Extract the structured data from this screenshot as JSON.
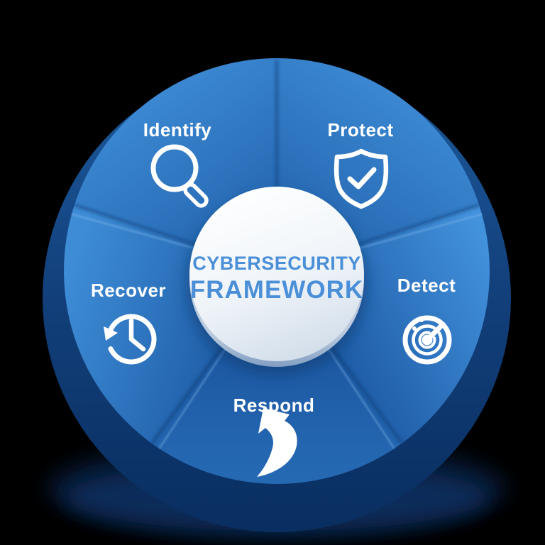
{
  "diagram": {
    "name": "NIST Cybersecurity Framework wheel",
    "title_line1": "CYBERSECURITY",
    "title_line2": "FRAMEWORK",
    "segments": [
      {
        "label": "Identify",
        "icon": "magnifier-icon",
        "position": "top-left"
      },
      {
        "label": "Protect",
        "icon": "shield-check-icon",
        "position": "top-right"
      },
      {
        "label": "Detect",
        "icon": "radar-icon",
        "position": "right"
      },
      {
        "label": "Respond",
        "icon": "curved-arrow-icon",
        "position": "bottom"
      },
      {
        "label": "Recover",
        "icon": "clock-history-icon",
        "position": "left"
      }
    ],
    "colors": {
      "background": "#000000",
      "wedge_light": "#3d8ad4",
      "wedge_dark": "#1d5aa4",
      "detect_light": "#4392dc",
      "respond_light": "#2569b3",
      "base_top": "#1d5a9d",
      "base_bottom": "#092e60",
      "shadow": "#0a2f5f",
      "center_circle_top": "#ffffff",
      "center_circle_bottom": "#d3deea",
      "title_text": "#4a8fd7",
      "label_text": "#ffffff",
      "icon_stroke": "#ffffff"
    }
  }
}
